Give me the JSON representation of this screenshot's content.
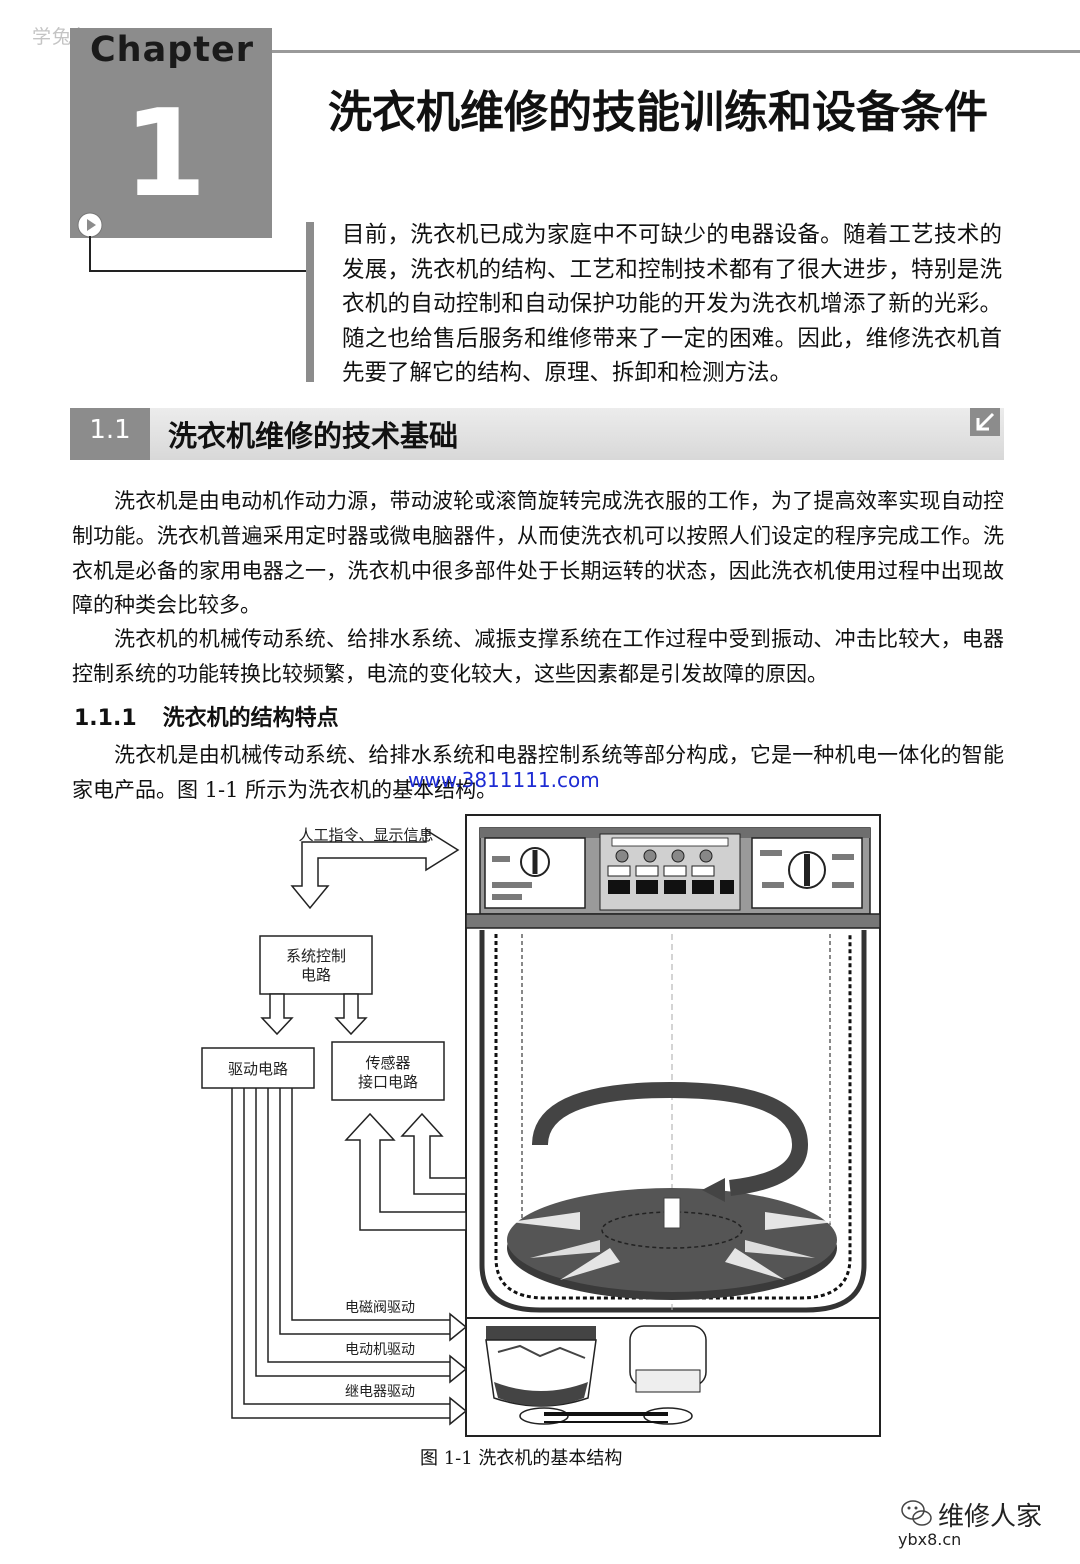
{
  "watermark_top": "学兔兔 www.bzfxw.com",
  "chapter": {
    "label": "Chapter",
    "number": "1"
  },
  "chapter_title": "洗衣机维修的技能训练和设备条件",
  "intro": "目前，洗衣机已成为家庭中不可缺少的电器设备。随着工艺技术的发展，洗衣机的结构、工艺和控制技术都有了很大进步，特别是洗衣机的自动控制和自动保护功能的开发为洗衣机增添了新的光彩。随之也给售后服务和维修带来了一定的困难。因此，维修洗衣机首先要了解它的结构、原理、拆卸和检测方法。",
  "section": {
    "number": "1.1",
    "title": "洗衣机维修的技术基础"
  },
  "paragraphs": {
    "p1": "洗衣机是由电动机作动力源，带动波轮或滚筒旋转完成洗衣服的工作，为了提高效率实现自动控制功能。洗衣机普遍采用定时器或微电脑器件，从而使洗衣机可以按照人们设定的程序完成工作。洗衣机是必备的家用电器之一，洗衣机中很多部件处于长期运转的状态，因此洗衣机使用过程中出现故障的种类会比较多。",
    "p2": "洗衣机的机械传动系统、给排水系统、减振支撑系统在工作过程中受到振动、冲击比较大，电器控制系统的功能转换比较频繁，电流的变化较大，这些因素都是引发故障的原因。",
    "p3": "洗衣机是由机械传动系统、给排水系统和电器控制系统等部分构成，它是一种机电一体化的智能家电产品。图 1-1 所示为洗衣机的基本结构。"
  },
  "subsection": {
    "number": "1.1.1",
    "title": "洗衣机的结构特点"
  },
  "url_overlay": "www.3811111.com",
  "figure": {
    "label_top": "人工指令、显示信息",
    "box_control_line1": "系统控制",
    "box_control_line2": "电路",
    "box_drive": "驱动电路",
    "box_sensor_line1": "传感器",
    "box_sensor_line2": "接口电路",
    "label_valve": "电磁阀驱动",
    "label_motor": "电动机驱动",
    "label_relay": "继电器驱动",
    "caption": "图 1-1   洗衣机的基本结构"
  },
  "footer": {
    "brand": "维修人家",
    "url": "ybx8.cn"
  }
}
